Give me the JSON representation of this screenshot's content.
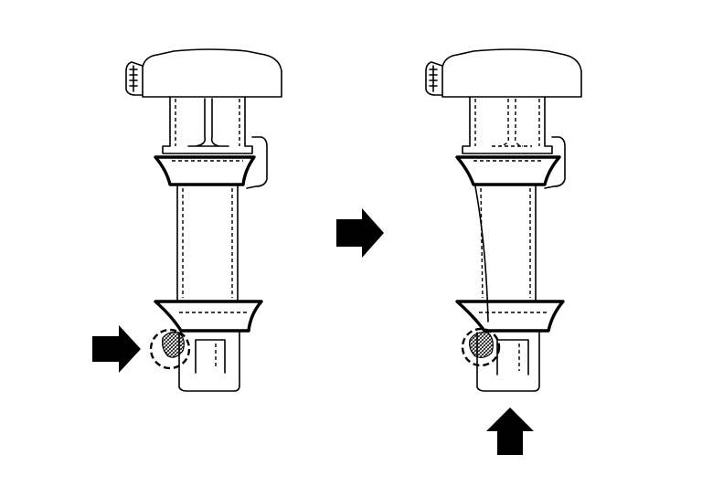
{
  "diagram": {
    "panels": [
      {
        "name": "before",
        "steps_shown": [
          "push-latch"
        ]
      },
      {
        "name": "after",
        "steps_shown": [
          "pull-up"
        ]
      }
    ],
    "arrows": [
      {
        "name": "push-arrow",
        "direction": "right"
      },
      {
        "name": "transition-arrow",
        "direction": "right"
      },
      {
        "name": "lift-arrow",
        "direction": "up"
      }
    ],
    "colors": {
      "line": "#000000",
      "background": "#ffffff"
    }
  }
}
